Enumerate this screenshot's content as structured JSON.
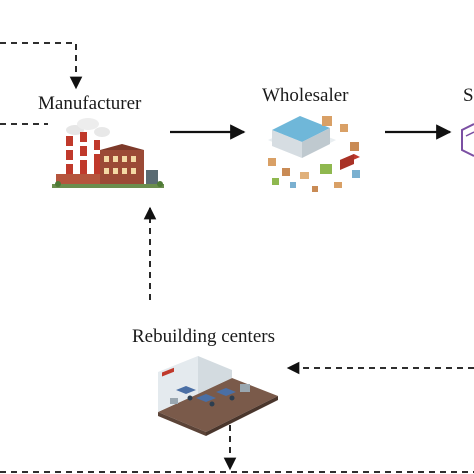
{
  "nodes": {
    "manufacturer": {
      "label": "Manufacturer",
      "icon": "factory-icon"
    },
    "wholesaler": {
      "label": "Wholesaler",
      "icon": "warehouse-icon"
    },
    "retailer": {
      "label": "S",
      "icon": "store-icon"
    },
    "rebuilding_centers": {
      "label": "Rebuilding centers",
      "icon": "workshop-icon"
    }
  },
  "colors": {
    "line": "#111111",
    "factory_brick": "#9b4a36",
    "factory_red": "#c0392b",
    "warehouse_roof": "#6fb7d9",
    "store_outline": "#7b4fa3",
    "workshop_floor": "#7a5a4a"
  }
}
